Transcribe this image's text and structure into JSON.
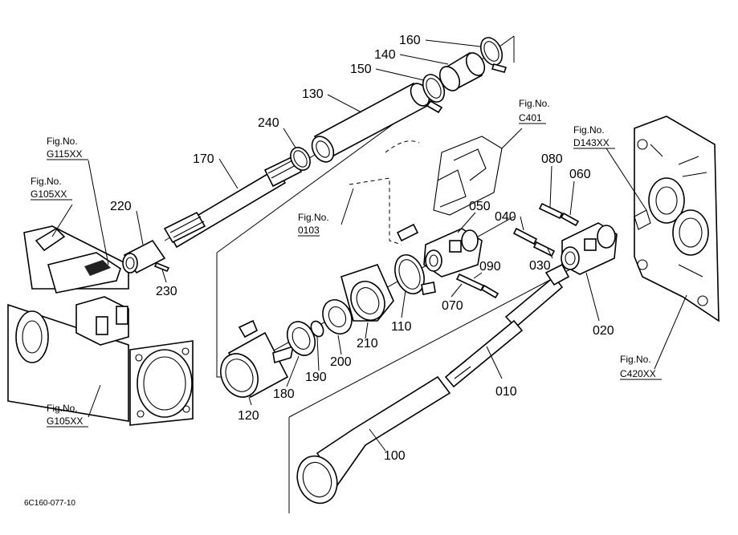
{
  "diagram_code": "6C160-077-10",
  "parts": {
    "p160": "160",
    "p140": "140",
    "p150": "150",
    "p130": "130",
    "p240": "240",
    "p170": "170",
    "p220": "220",
    "p230": "230",
    "p050": "050",
    "p040": "040",
    "p080": "080",
    "p060": "060",
    "p030": "030",
    "p090": "090",
    "p070": "070",
    "p110": "110",
    "p210": "210",
    "p200": "200",
    "p190": "190",
    "p180": "180",
    "p120": "120",
    "p020": "020",
    "p010": "010",
    "p100": "100"
  },
  "figure_refs": {
    "fig_label": "Fig.No.",
    "g115": "G115XX",
    "g105_upper": "G105XX",
    "g105_lower": "G105XX",
    "c401": "C401",
    "d143": "D143XX",
    "f0103": "0103",
    "c420": "C420XX"
  }
}
